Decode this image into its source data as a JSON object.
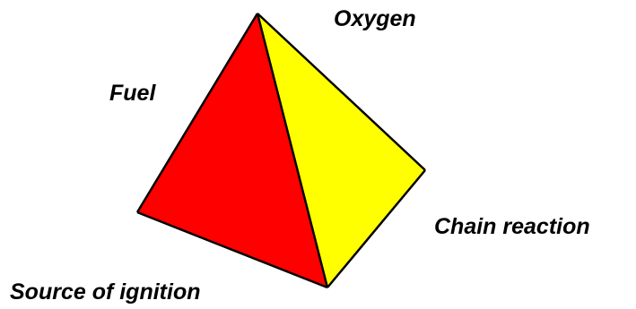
{
  "labels": {
    "oxygen": "Oxygen",
    "fuel": "Fuel",
    "chain_reaction": "Chain reaction",
    "source_of_ignition": "Source of ignition"
  },
  "colors": {
    "fuel_face": "#ff0000",
    "oxygen_face": "#ffff00",
    "edge": "#000000",
    "background": "#ffffff"
  }
}
